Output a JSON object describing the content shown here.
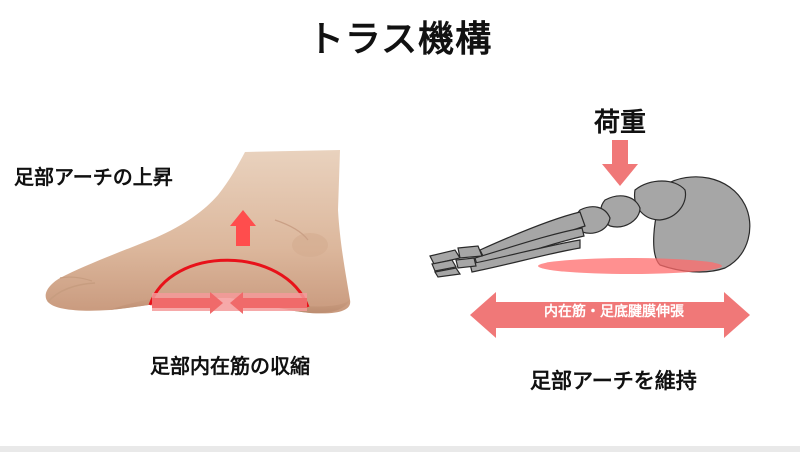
{
  "slide": {
    "title": "トラス機構"
  },
  "left_panel": {
    "arch_rise_label": "足部アーチの上昇",
    "contraction_label": "足部内在筋の収縮"
  },
  "right_panel": {
    "load_label": "荷重",
    "band_label": "内在筋・足底腱膜伸張",
    "maintain_label": "足部アーチを維持"
  },
  "colors": {
    "accent_red": "#ff4d4d",
    "arrow_pink": "#f07878",
    "arc_red": "#e8121a",
    "skin": "#e8cbb3",
    "bone_gray": "#a6a6a6",
    "bone_outline": "#2a2a2a"
  },
  "icons": {
    "up_arrow": "up-arrow-icon",
    "down_arrow": "down-arrow-icon",
    "double_arrow": "double-headed-arrow-icon"
  }
}
